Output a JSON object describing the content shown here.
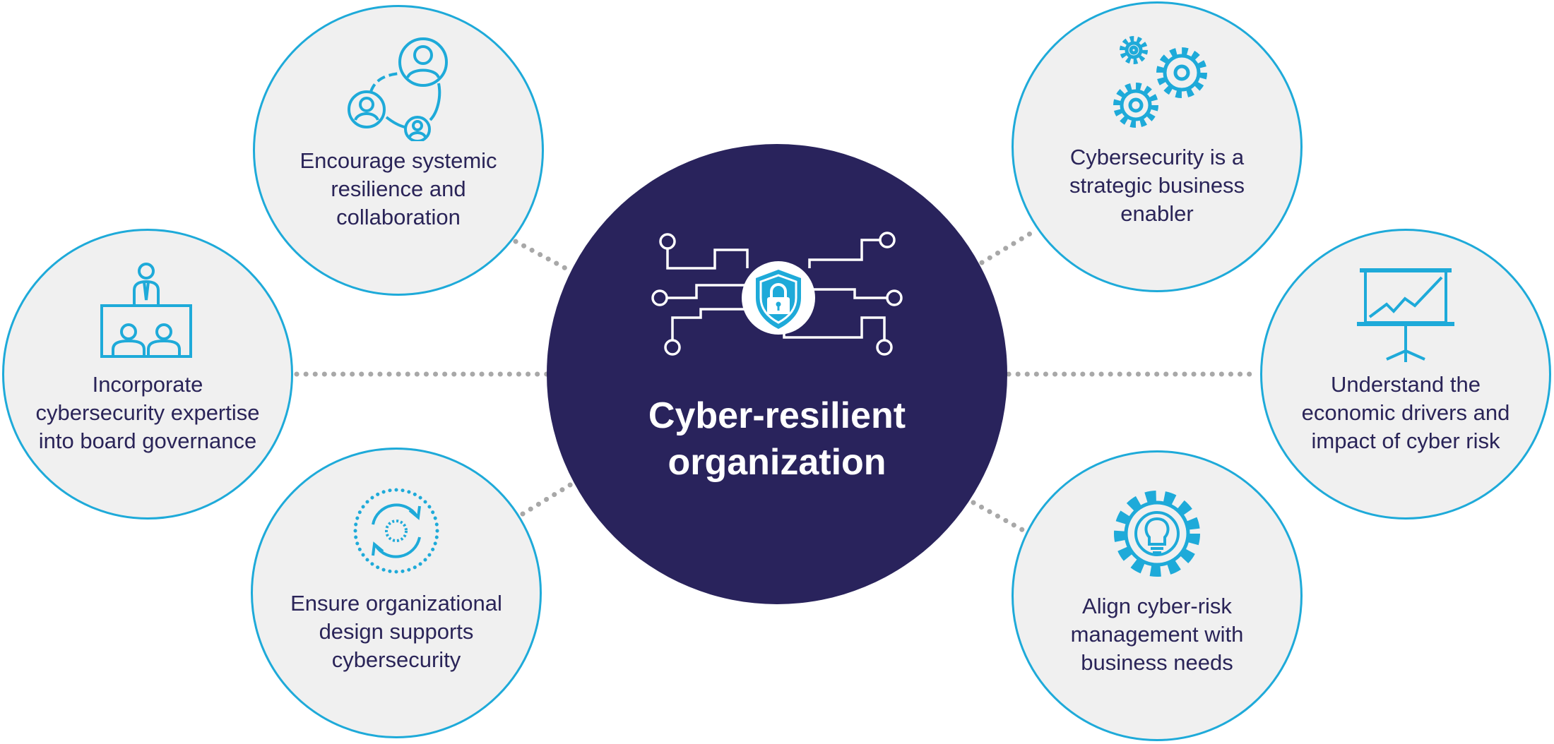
{
  "colors": {
    "navy": "#29235c",
    "cyan": "#1eaad9",
    "node_fill": "#f0f0f0",
    "connector": "#a8a8a8",
    "label_text": "#2a2458"
  },
  "hub": {
    "title": "Cyber-resilient\norganization",
    "icon": "circuit-shield-lock-icon"
  },
  "nodes": [
    {
      "id": "collaboration",
      "label": "Encourage systemic\nresilience and\ncollaboration",
      "icon": "people-network-icon"
    },
    {
      "id": "enabler",
      "label": "Cybersecurity is a\nstrategic business\nenabler",
      "icon": "gears-icon"
    },
    {
      "id": "board",
      "label": "Incorporate\ncybersecurity expertise\ninto board governance",
      "icon": "board-meeting-icon"
    },
    {
      "id": "economic",
      "label": "Understand the\neconomic drivers and\nimpact of cyber risk",
      "icon": "presentation-chart-icon"
    },
    {
      "id": "design",
      "label": "Ensure organizational\ndesign supports\ncybersecurity",
      "icon": "refresh-cycle-icon"
    },
    {
      "id": "align",
      "label": "Align cyber-risk\nmanagement with\nbusiness needs",
      "icon": "gear-lightbulb-icon"
    }
  ]
}
